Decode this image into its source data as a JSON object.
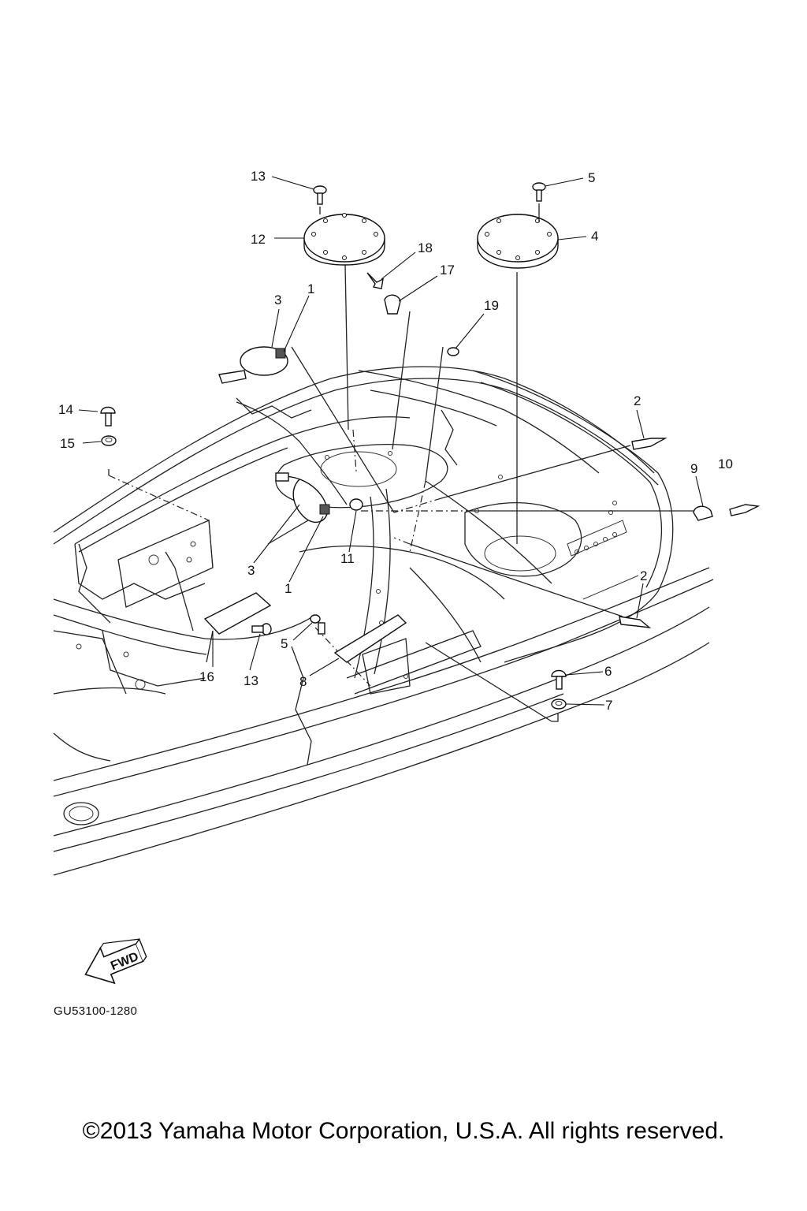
{
  "diagram": {
    "callouts": [
      "13",
      "5",
      "12",
      "4",
      "18",
      "17",
      "3",
      "1",
      "19",
      "14",
      "15",
      "2",
      "9",
      "10",
      "3",
      "1",
      "11",
      "2",
      "5",
      "16",
      "13",
      "8",
      "6",
      "7"
    ],
    "fwd_label": "FWD",
    "reference_code": "GU53100-1280"
  },
  "footer": {
    "copyright": "©2013 Yamaha Motor Corporation, U.S.A. All rights reserved."
  }
}
